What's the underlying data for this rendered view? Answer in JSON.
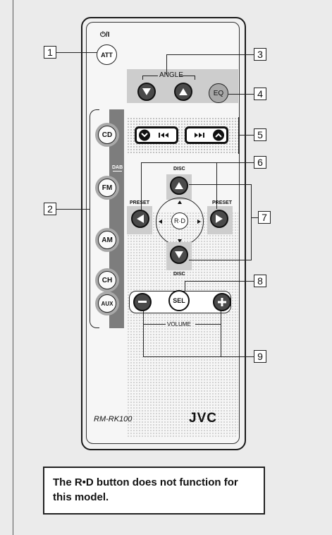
{
  "remote": {
    "power_label": "⏻/I",
    "att_label": "ATT",
    "angle_label": "ANGLE",
    "eq_label": "EQ",
    "sources": [
      "CD",
      "FM",
      "AM",
      "CH",
      "AUX"
    ],
    "dab_label": "DAB",
    "disc_top_label": "DISC",
    "disc_bottom_label": "DISC",
    "preset_left_label": "PRESET",
    "preset_right_label": "PRESET",
    "rd_label": "R·D",
    "sel_label": "SEL",
    "volume_label": "VOLUME",
    "model": "RM-RK100",
    "brand": "JVC"
  },
  "callouts": [
    "1",
    "2",
    "3",
    "4",
    "5",
    "6",
    "7",
    "8",
    "9"
  ],
  "note": "The R•D button does not function for this model."
}
